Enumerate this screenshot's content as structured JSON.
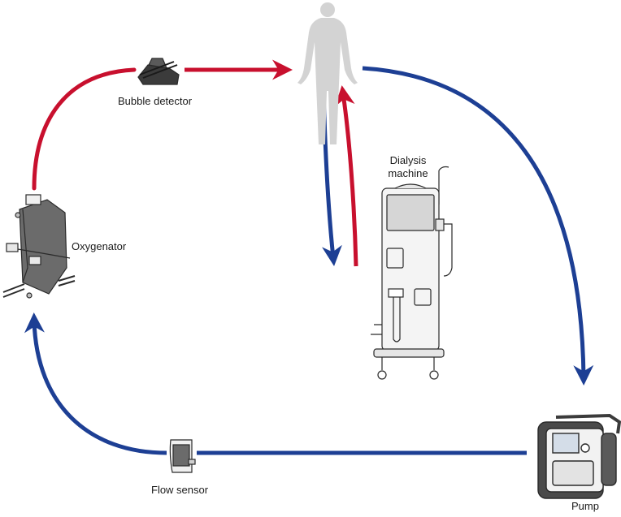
{
  "colors": {
    "oxygenated_flow": "#c8102e",
    "deoxygenated_flow": "#1d3f94",
    "device_outline": "#2a2a2a",
    "patient_silhouette": "#d3d3d3"
  },
  "labels": {
    "bubble_detector": "Bubble detector",
    "oxygenator": "Oxygenator",
    "dialysis_line1": "Dialysis",
    "dialysis_line2": "machine",
    "flow_sensor": "Flow sensor",
    "pump": "Pump"
  },
  "icons": {
    "patient": "patient-icon",
    "bubble_detector": "bubble-detector-icon",
    "oxygenator": "oxygenator-icon",
    "dialysis_machine": "dialysis-machine-icon",
    "flow_sensor": "flow-sensor-icon",
    "pump": "pump-icon"
  }
}
